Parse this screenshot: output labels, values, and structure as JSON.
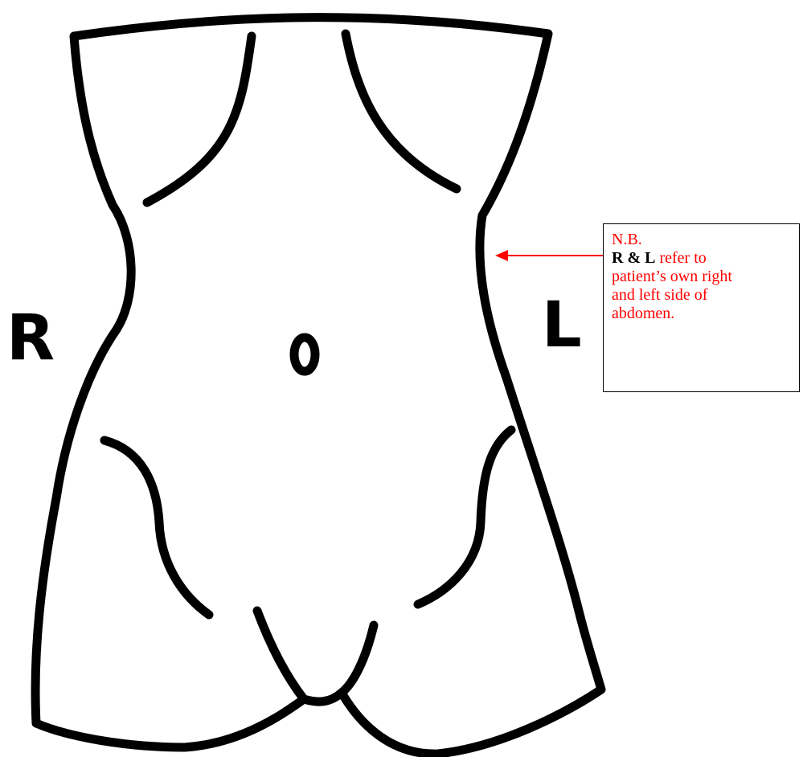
{
  "labels": {
    "right": "R",
    "left": "L"
  },
  "note": {
    "heading": "N.B.",
    "emphasis": "R & L",
    "line1_rest": " refer to",
    "line2": "patient’s own right",
    "line3": "and left side of",
    "line4": "abdomen."
  },
  "colors": {
    "outline": "#000000",
    "note_text": "#ff0000",
    "arrow": "#ff0000",
    "background": "#ffffff"
  }
}
